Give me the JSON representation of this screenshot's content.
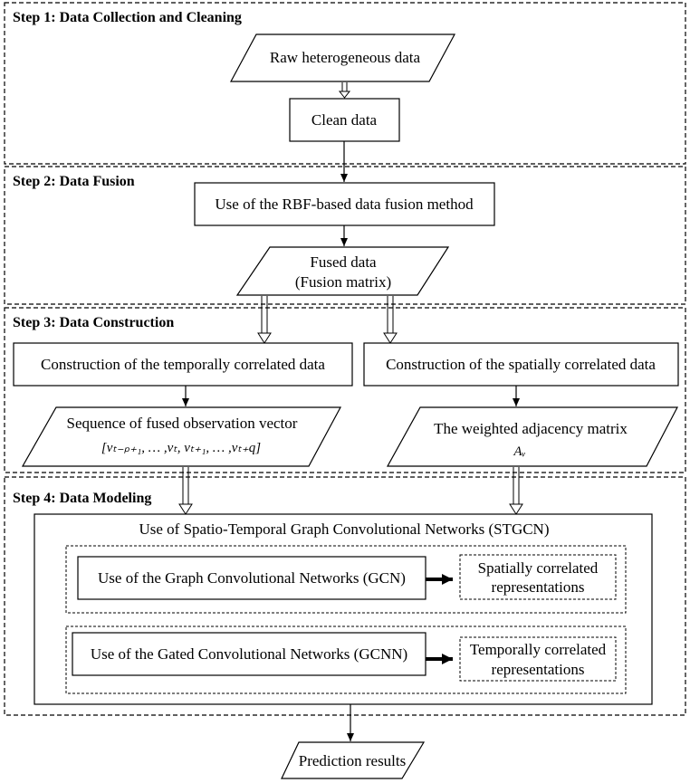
{
  "steps": {
    "s1": {
      "num": "Step 1",
      "title": ": Data Collection and Cleaning"
    },
    "s2": {
      "num": "Step 2",
      "title": ": Data Fusion"
    },
    "s3": {
      "num": "Step 3",
      "title": ": Data Construction"
    },
    "s4": {
      "num": "Step 4",
      "title": ": Data Modeling"
    }
  },
  "nodes": {
    "raw": "Raw heterogeneous data",
    "clean": "Clean data",
    "rbf": "Use of the RBF-based data fusion method",
    "fused_line1": "Fused data",
    "fused_line2": "(Fusion matrix)",
    "temporal_construct": "Construction of the temporally correlated data",
    "spatial_construct": "Construction of the spatially correlated data",
    "sequence_line1": "Sequence of fused observation vector",
    "sequence_line2": "[vₜ₋ₚ₊₁, … ,vₜ, vₜ₊₁, … ,vₜ₊q]",
    "adjacency_line1": "The weighted adjacency matrix",
    "adjacency_line2": "Aᵥ",
    "stgcn": "Use of Spatio-Temporal Graph Convolutional Networks (STGCN)",
    "gcn": "Use of the Graph Convolutional Networks (GCN)",
    "spatial_rep_line1": "Spatially correlated",
    "spatial_rep_line2": "representations",
    "gcnn": "Use of the Gated Convolutional Networks (GCNN)",
    "temporal_rep_line1": "Temporally correlated",
    "temporal_rep_line2": "representations",
    "prediction": "Prediction results"
  }
}
